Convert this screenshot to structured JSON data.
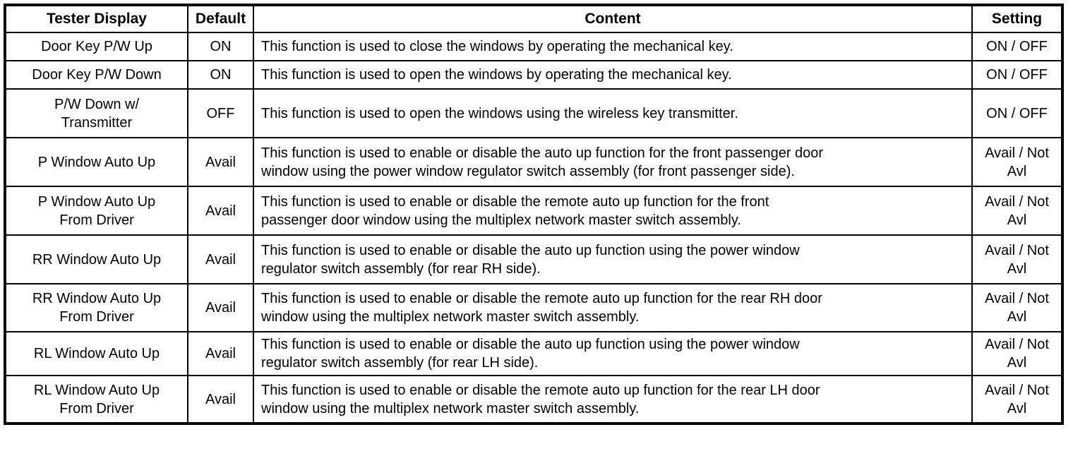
{
  "table": {
    "headers": {
      "tester_display": "Tester Display",
      "default": "Default",
      "content": "Content",
      "setting": "Setting"
    },
    "rows": [
      {
        "tester_display_line1": "Door Key P/W Up",
        "tester_display_line2": "",
        "default": "ON",
        "content_line1": "This function is used to close the windows by operating the mechanical key.",
        "content_line2": "",
        "setting": "ON / OFF"
      },
      {
        "tester_display_line1": "Door Key P/W Down",
        "tester_display_line2": "",
        "default": "ON",
        "content_line1": "This function is used to open the windows by operating the mechanical key.",
        "content_line2": "",
        "setting": "ON / OFF"
      },
      {
        "tester_display_line1": "P/W Down w/",
        "tester_display_line2": "Transmitter",
        "default": "OFF",
        "content_line1": "This function is used to open the windows using the wireless key transmitter.",
        "content_line2": "",
        "setting": "ON / OFF"
      },
      {
        "tester_display_line1": "P Window Auto Up",
        "tester_display_line2": "",
        "default": "Avail",
        "content_line1": "This function is used to enable or disable the auto up function for the front passenger door",
        "content_line2": "window using the power window regulator switch assembly (for front passenger side).",
        "setting": "Avail / Not Avl"
      },
      {
        "tester_display_line1": "P Window Auto Up",
        "tester_display_line2": "From Driver",
        "default": "Avail",
        "content_line1": "This function is used to enable or disable the remote auto up function for the front",
        "content_line2": "passenger door window using the multiplex network master switch assembly.",
        "setting": "Avail / Not Avl"
      },
      {
        "tester_display_line1": "RR Window Auto Up",
        "tester_display_line2": "",
        "default": "Avail",
        "content_line1": "This function is used to enable or disable the auto up function using the power window",
        "content_line2": "regulator switch assembly (for rear RH side).",
        "setting": "Avail / Not Avl"
      },
      {
        "tester_display_line1": "RR Window Auto Up",
        "tester_display_line2": "From Driver",
        "default": "Avail",
        "content_line1": "This function is used to enable or disable the remote auto up function for the rear RH door",
        "content_line2": "window using the multiplex network master switch assembly.",
        "setting": "Avail / Not Avl"
      },
      {
        "tester_display_line1": "RL Window Auto Up",
        "tester_display_line2": "",
        "default": "Avail",
        "content_line1": "This function is used to enable or disable the auto up function using the power window",
        "content_line2": "regulator switch assembly (for rear LH side).",
        "setting": "Avail / Not Avl"
      },
      {
        "tester_display_line1": "RL Window Auto Up",
        "tester_display_line2": "From Driver",
        "default": "Avail",
        "content_line1": "This function is used to enable or disable the remote auto up function for the rear LH door",
        "content_line2": "window using the multiplex network master switch assembly.",
        "setting": "Avail / Not Avl"
      }
    ]
  }
}
